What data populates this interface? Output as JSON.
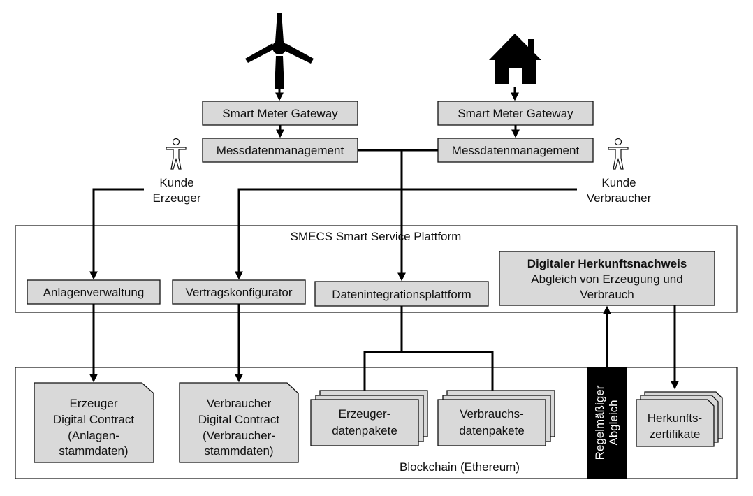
{
  "icons": {
    "wind_turbine": "wind-turbine-icon",
    "house": "house-icon",
    "person_left": "person-icon",
    "person_right": "person-icon"
  },
  "colors": {
    "box_fill": "#d9d9d9",
    "line": "#000000",
    "label_band": "#000000"
  },
  "top": {
    "left_gateway": "Smart Meter Gateway",
    "left_mdm": "Messdatenmanagement",
    "right_gateway": "Smart Meter Gateway",
    "right_mdm": "Messdatenmanagement"
  },
  "actors": {
    "producer": {
      "line1": "Kunde",
      "line2": "Erzeuger"
    },
    "consumer": {
      "line1": "Kunde",
      "line2": "Verbraucher"
    }
  },
  "platform": {
    "title": "SMECS Smart Service Plattform",
    "anlagen": "Anlagenverwaltung",
    "vertrag": "Vertragskonfigurator",
    "daten": "Datenintegrationsplattform",
    "herkunft": {
      "title": "Digitaler Herkunftsnachweis",
      "line1": "Abgleich von Erzeugung und",
      "line2": "Verbrauch"
    }
  },
  "blockchain": {
    "title": "Blockchain (Ethereum)",
    "producer_contract": [
      "Erzeuger",
      "Digital Contract",
      "(Anlagen-",
      "stammdaten)"
    ],
    "consumer_contract": [
      "Verbraucher",
      "Digital Contract",
      "(Verbraucher-",
      "stammdaten)"
    ],
    "producer_packets": [
      "Erzeuger-",
      "datenpakete"
    ],
    "consumer_packets": [
      "Verbrauchs-",
      "datenpakete"
    ],
    "certificates": [
      "Herkunfts-",
      "zertifikate"
    ],
    "sync_band": [
      "Regelmäßiger",
      "Abgleich"
    ]
  }
}
